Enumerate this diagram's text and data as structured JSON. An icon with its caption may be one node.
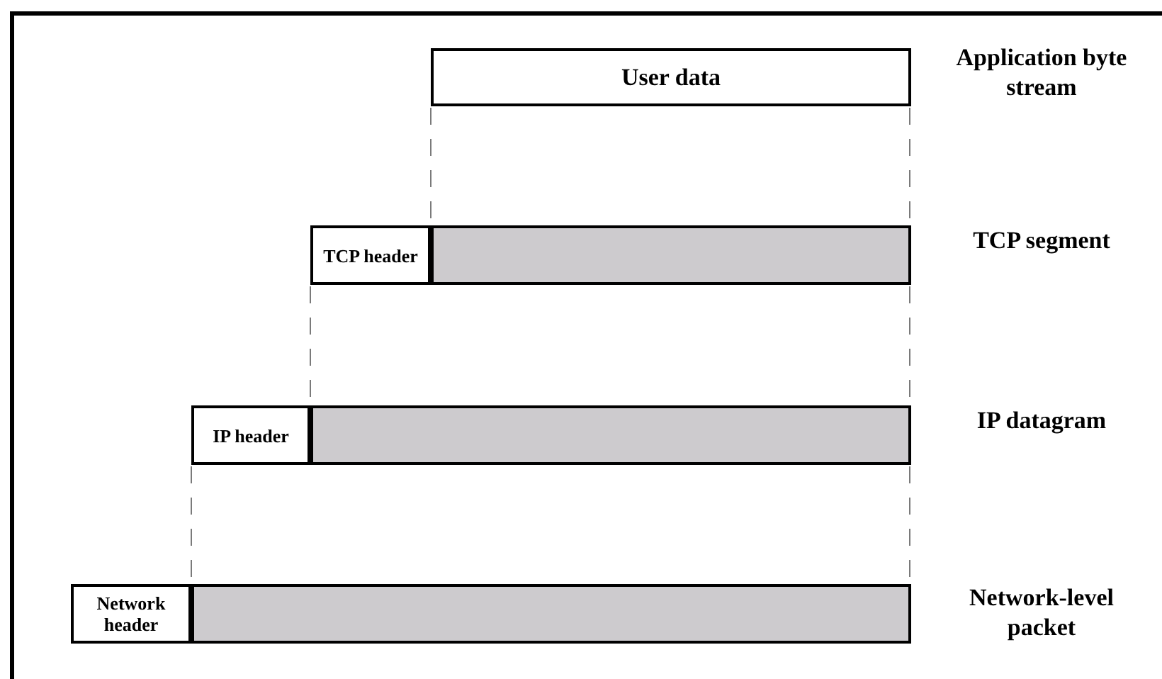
{
  "diagram": {
    "nodes": [
      {
        "text": [
          "User data"
        ]
      },
      {
        "text": [
          "TCP header"
        ]
      },
      {
        "text": [],
        "shape": "bar"
      },
      {
        "text": [
          "IP header"
        ]
      },
      {
        "text": [],
        "shape": "bar"
      },
      {
        "text": [
          "Network header"
        ]
      },
      {
        "text": [],
        "shape": "bar"
      }
    ],
    "edges": [
      {
        "from": 0,
        "to": 2,
        "arrow": "none",
        "style": "dashed"
      },
      {
        "from": 0,
        "to": 2,
        "arrow": "none",
        "style": "dashed"
      },
      {
        "from": 1,
        "to": 4,
        "arrow": "none",
        "style": "dashed"
      },
      {
        "from": 2,
        "to": 4,
        "arrow": "none",
        "style": "dashed"
      },
      {
        "from": 3,
        "to": 6,
        "arrow": "none",
        "style": "dashed"
      },
      {
        "from": 4,
        "to": 6,
        "arrow": "none",
        "style": "dashed"
      }
    ],
    "labels": [
      "Application byte stream",
      "TCP segment",
      "IP datagram",
      "Network-level packet"
    ]
  }
}
